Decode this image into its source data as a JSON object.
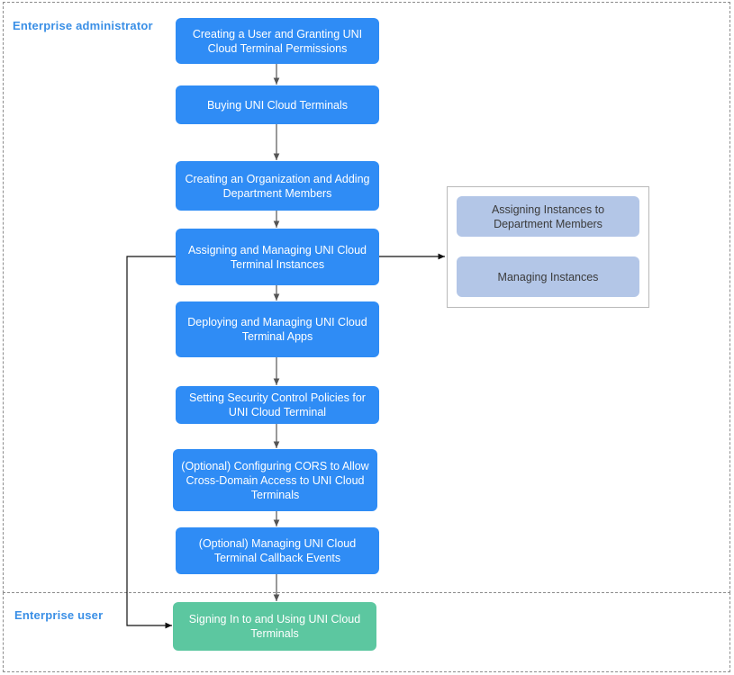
{
  "lanes": {
    "admin": {
      "title": "Enterprise administrator"
    },
    "user": {
      "title": "Enterprise user"
    }
  },
  "steps": {
    "create_user": "Creating a User and Granting UNI Cloud Terminal Permissions",
    "buy": "Buying UNI Cloud Terminals",
    "create_org": "Creating an Organization and Adding Department Members",
    "assign_manage": "Assigning and Managing UNI Cloud Terminal Instances",
    "deploy_apps": "Deploying and Managing UNI Cloud Terminal Apps",
    "security": "Setting Security Control Policies for UNI Cloud Terminal",
    "cors": "(Optional) Configuring CORS to Allow Cross-Domain Access to UNI Cloud Terminals",
    "callback": "(Optional) Managing UNI Cloud Terminal Callback Events",
    "sign_in": "Signing In to and Using UNI Cloud Terminals"
  },
  "substeps": {
    "assign_instances": "Assigning Instances to Department Members",
    "managing_instances": "Managing Instances"
  },
  "colors": {
    "step_blue": "#2f8cf5",
    "user_green": "#5cc7a0",
    "substep_gray_blue": "#b3c6e7",
    "lane_title_blue": "#3a8fe6",
    "connector": "#555555"
  }
}
